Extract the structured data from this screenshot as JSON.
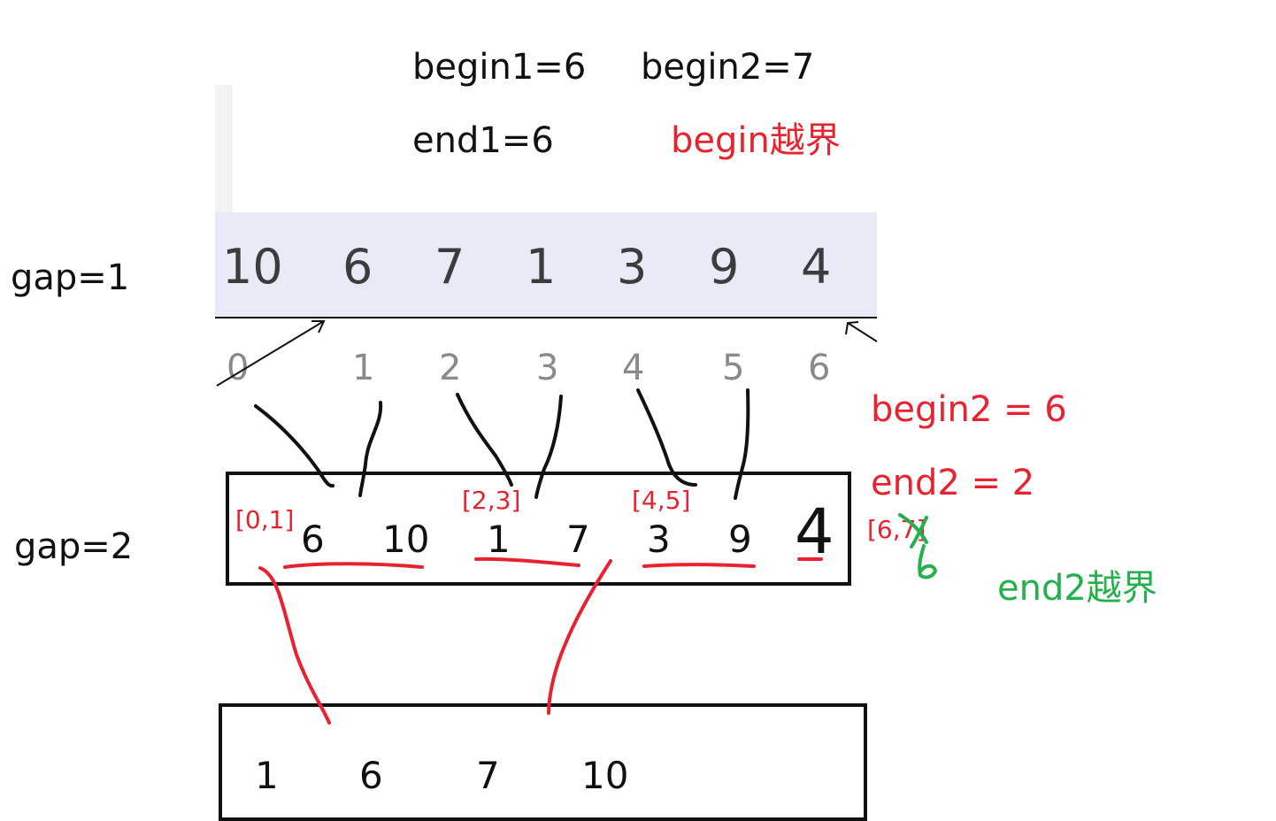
{
  "header": {
    "begin1": "begin1=6",
    "begin2": "begin2=7",
    "end1": "end1=6",
    "begin_overflow": "begin越界"
  },
  "labels": {
    "gap1": "gap=1",
    "gap2": "gap=2"
  },
  "array": {
    "values": [
      "10",
      "6",
      "7",
      "1",
      "3",
      "9",
      "4"
    ],
    "indices": [
      "0",
      "1",
      "2",
      "3",
      "4",
      "5",
      "6"
    ]
  },
  "annotations": {
    "begin2_eq": "begin2 = 6",
    "end2_eq": "end2 = 2",
    "end2_overflow": "end2越界",
    "range_01": "[0,1]",
    "range_23": "[2,3]",
    "range_45": "[4,5]",
    "range_67": "[6,7]",
    "corrected_end": "6"
  },
  "gap2_row": {
    "values": [
      "6",
      "10",
      "1",
      "7",
      "3",
      "9"
    ],
    "last": "4"
  },
  "merged_row": {
    "values": [
      "1",
      "6",
      "7",
      "10"
    ]
  },
  "colors": {
    "red": "#e8232f",
    "green": "#22b14c",
    "black": "#111111",
    "strip": "#e8ebf7"
  }
}
